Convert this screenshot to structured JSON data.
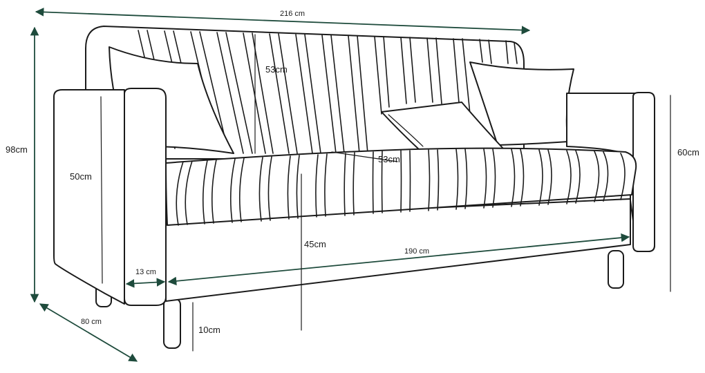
{
  "diagram": {
    "colors": {
      "outline": "#1a1a1a",
      "dimension": "#1e4b3c",
      "background": "#ffffff"
    },
    "dimensions": {
      "width_total": "216 cm",
      "backrest_height": "53cm",
      "total_height": "98cm",
      "arm_height": "50cm",
      "seat_depth": "53cm",
      "side_height": "60cm",
      "seat_height": "45cm",
      "seat_width": "190 cm",
      "arm_width": "13 cm",
      "depth": "80 cm",
      "leg_height": "10cm"
    }
  }
}
